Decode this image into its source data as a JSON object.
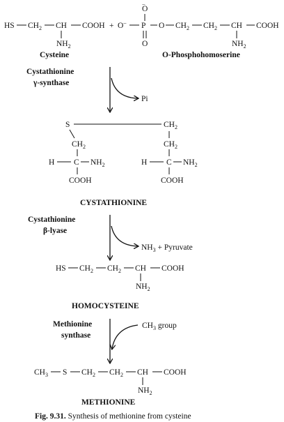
{
  "reactants": {
    "cysteine_formula": {
      "hs": "HS",
      "ch2": "CH",
      "ch": "CH",
      "cooh": "COOH",
      "nh2": "NH"
    },
    "plus": "+",
    "phospho_formula": {
      "o_minus_top": "O",
      "o_minus_left": "O",
      "p": "P",
      "o_dbl": "O",
      "o_link": "O",
      "ch2a": "CH",
      "ch2b": "CH",
      "ch": "CH",
      "cooh": "COOH",
      "nh2": "NH"
    },
    "cysteine_name": "Cysteine",
    "phospho_name": "O-Phosphohomoserine"
  },
  "charges": {
    "minus": "–"
  },
  "subscripts": {
    "two": "2",
    "three": "3"
  },
  "step1": {
    "enzyme_line1": "Cystathionine",
    "enzyme_line2": "γ-synthase",
    "byproduct": "Pi"
  },
  "cystathionine": {
    "s": "S",
    "left_ch2": "CH",
    "left_h": "H",
    "left_c": "C",
    "left_nh2": "NH",
    "left_cooh": "COOH",
    "right_ch2_top": "CH",
    "right_ch2": "CH",
    "right_h": "H",
    "right_c": "C",
    "right_nh2": "NH",
    "right_cooh": "COOH",
    "name": "CYSTATHIONINE"
  },
  "step2": {
    "enzyme_line1": "Cystathionine",
    "enzyme_line2": "β-lyase",
    "byproduct_a": "NH",
    "byproduct_b": " + Pyruvate"
  },
  "homocysteine": {
    "hs": "HS",
    "ch2a": "CH",
    "ch2b": "CH",
    "ch": "CH",
    "cooh": "COOH",
    "nh2": "NH",
    "name": "HOMOCYSTEINE"
  },
  "step3": {
    "enzyme_line1": "Methionine",
    "enzyme_line2": "synthase",
    "donor_a": "CH",
    "donor_b": " group"
  },
  "methionine": {
    "ch3": "CH",
    "s": "S",
    "ch2a": "CH",
    "ch2b": "CH",
    "ch": "CH",
    "cooh": "COOH",
    "nh2": "NH",
    "name": "METHIONINE"
  },
  "caption": {
    "label": "Fig. 9.31.",
    "text": " Synthesis of methionine from cysteine"
  }
}
